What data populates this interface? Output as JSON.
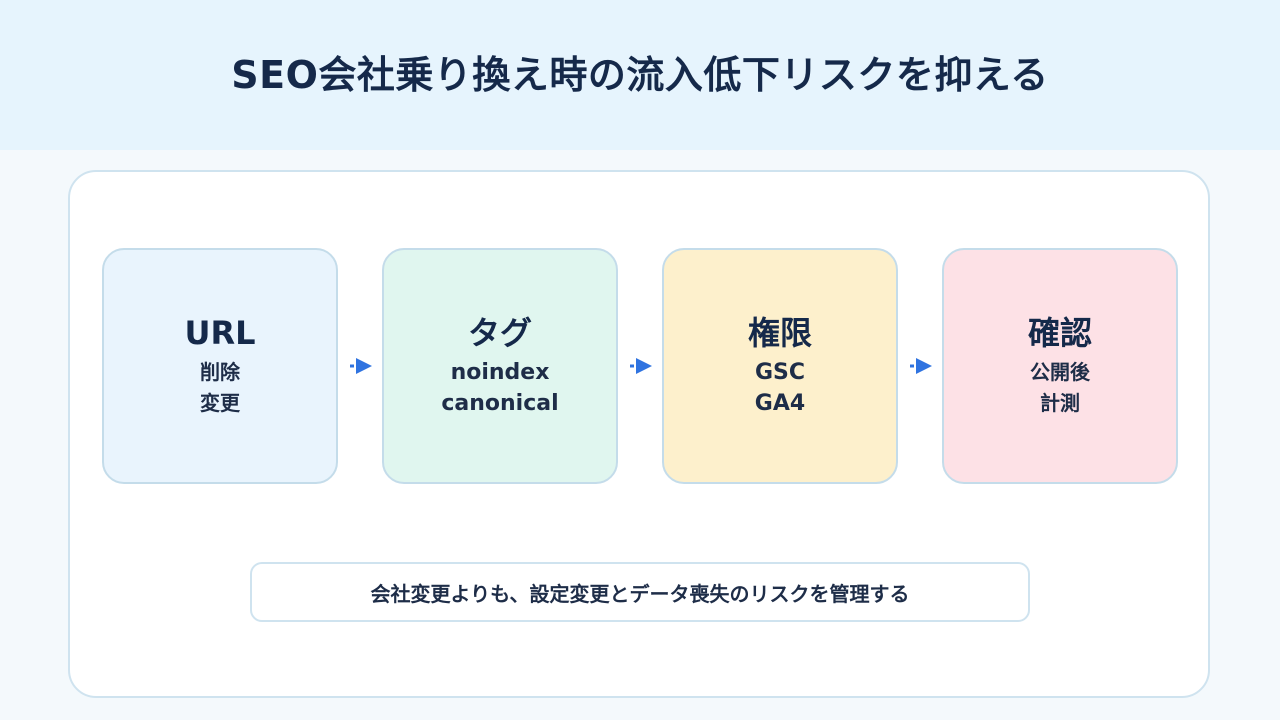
{
  "title": "SEO会社乗り換え時の流入低下リスクを抑える",
  "colors": {
    "header_bg": "#e6f4fd",
    "arrow": "#2f73e0",
    "card_url": "#e9f4fd",
    "card_tag": "#e0f6ef",
    "card_perm": "#fdf0cc",
    "card_check": "#fde1e6"
  },
  "steps": [
    {
      "title": "URL",
      "lines": [
        "削除",
        "変更"
      ]
    },
    {
      "title": "タグ",
      "lines": [
        "noindex",
        "canonical"
      ]
    },
    {
      "title": "権限",
      "lines": [
        "GSC",
        "GA4"
      ]
    },
    {
      "title": "確認",
      "lines": [
        "公開後",
        "計測"
      ]
    }
  ],
  "note": "会社変更よりも、設定変更とデータ喪失のリスクを管理する"
}
